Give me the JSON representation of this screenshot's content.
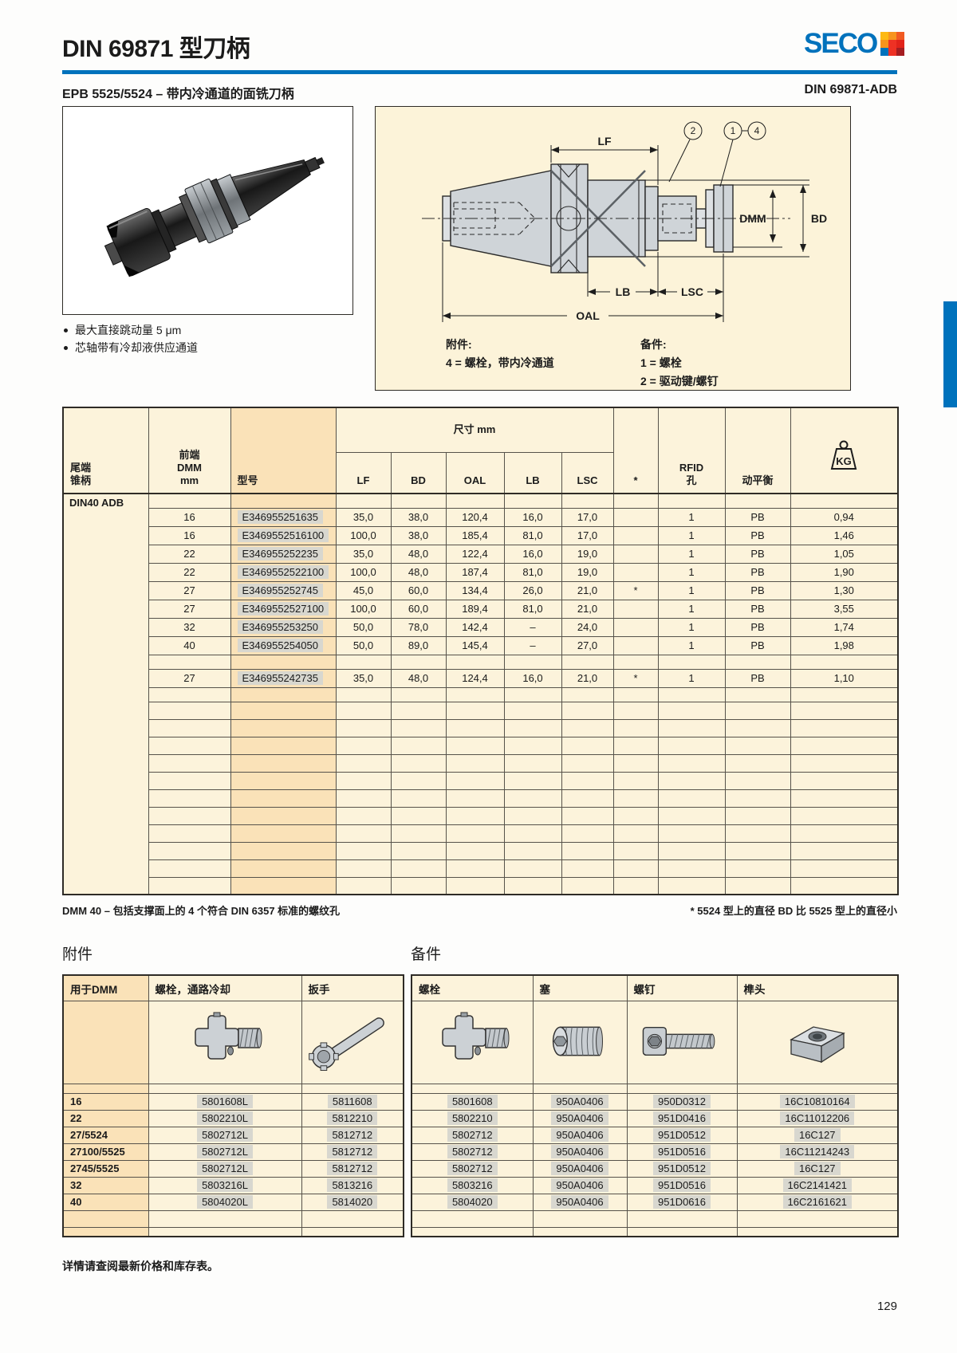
{
  "page": {
    "title": "DIN 69871 型刀柄",
    "brand": "SECO",
    "product_line": "EPB 5525/5524 – 带内冷通道的面铣刀柄",
    "standard_code": "DIN 69871-ADB",
    "bullets": [
      "最大直接跳动量 5 μm",
      "芯轴带有冷却液供应通道"
    ],
    "footer_note": "详情请查阅最新价格和库存表。",
    "page_number": "129"
  },
  "diagram": {
    "dim_labels": {
      "lf": "LF",
      "bd": "BD",
      "dmm": "DMM",
      "lb": "LB",
      "lsc": "LSC",
      "oal": "OAL"
    },
    "callouts": {
      "c2": "2",
      "c1": "1",
      "c4": "4"
    },
    "attachments_title": "附件:",
    "attachments_item": "4 = 螺栓，带内冷通道",
    "spares_title": "备件:",
    "spares_item1": "1 = 螺栓",
    "spares_item2": "2 = 驱动键/螺钉"
  },
  "main_table": {
    "col_tail": "尾端\n锥柄",
    "col_front": "前端\nDMM\nmm",
    "col_model": "型号",
    "col_dims_group": "尺寸 mm",
    "col_lf": "LF",
    "col_bd": "BD",
    "col_oal": "OAL",
    "col_lb": "LB",
    "col_lsc": "LSC",
    "col_star": "*",
    "col_rfid": "RFID\n孔",
    "col_balance": "动平衡",
    "col_kg": "KG",
    "section_label": "DIN40 ADB",
    "rows": [
      [
        "16",
        "E346955251635",
        "35,0",
        "38,0",
        "120,4",
        "16,0",
        "17,0",
        "",
        "1",
        "PB",
        "0,94"
      ],
      [
        "16",
        "E3469552516100",
        "100,0",
        "38,0",
        "185,4",
        "81,0",
        "17,0",
        "",
        "1",
        "PB",
        "1,46"
      ],
      [
        "22",
        "E346955252235",
        "35,0",
        "48,0",
        "122,4",
        "16,0",
        "19,0",
        "",
        "1",
        "PB",
        "1,05"
      ],
      [
        "22",
        "E3469552522100",
        "100,0",
        "48,0",
        "187,4",
        "81,0",
        "19,0",
        "",
        "1",
        "PB",
        "1,90"
      ],
      [
        "27",
        "E346955252745",
        "45,0",
        "60,0",
        "134,4",
        "26,0",
        "21,0",
        "*",
        "1",
        "PB",
        "1,30"
      ],
      [
        "27",
        "E3469552527100",
        "100,0",
        "60,0",
        "189,4",
        "81,0",
        "21,0",
        "",
        "1",
        "PB",
        "3,55"
      ],
      [
        "32",
        "E346955253250",
        "50,0",
        "78,0",
        "142,4",
        "–",
        "24,0",
        "",
        "1",
        "PB",
        "1,74"
      ],
      [
        "40",
        "E346955254050",
        "50,0",
        "89,0",
        "145,4",
        "–",
        "27,0",
        "",
        "1",
        "PB",
        "1,98"
      ]
    ],
    "extra_rows": [
      [
        "27",
        "E346955242735",
        "35,0",
        "48,0",
        "124,4",
        "16,0",
        "21,0",
        "*",
        "1",
        "PB",
        "1,10"
      ]
    ],
    "footnote_left": "DMM 40 – 包括支撑面上的 4 个符合 DIN 6357 标准的螺纹孔",
    "footnote_right": "* 5524 型上的直径 BD 比 5525 型上的直径小"
  },
  "accessories": {
    "title": "附件",
    "headers": [
      "用于DMM",
      "螺栓，通路冷却",
      "扳手"
    ],
    "rows": [
      [
        "16",
        "5801608L",
        "5811608"
      ],
      [
        "22",
        "5802210L",
        "5812210"
      ],
      [
        "27/5524",
        "5802712L",
        "5812712"
      ],
      [
        "27100/5525",
        "5802712L",
        "5812712"
      ],
      [
        "2745/5525",
        "5802712L",
        "5812712"
      ],
      [
        "32",
        "5803216L",
        "5813216"
      ],
      [
        "40",
        "5804020L",
        "5814020"
      ]
    ]
  },
  "spares": {
    "title": "备件",
    "headers": [
      "螺栓",
      "塞",
      "螺钉",
      "榫头"
    ],
    "rows": [
      [
        "5801608",
        "950A0406",
        "950D0312",
        "16C10810164"
      ],
      [
        "5802210",
        "950A0406",
        "951D0416",
        "16C11012206"
      ],
      [
        "5802712",
        "950A0406",
        "951D0512",
        "16C127"
      ],
      [
        "5802712",
        "950A0406",
        "951D0516",
        "16C11214243"
      ],
      [
        "5802712",
        "950A0406",
        "951D0512",
        "16C127"
      ],
      [
        "5803216",
        "950A0406",
        "951D0516",
        "16C2141421"
      ],
      [
        "5804020",
        "950A0406",
        "951D0616",
        "16C2161621"
      ]
    ]
  },
  "colors": {
    "brand_blue": "#0072BC",
    "table_bg": "#FCF3DB",
    "table_shaded": "#FAE2B8",
    "highlight_gray": "#D8D7CF"
  }
}
